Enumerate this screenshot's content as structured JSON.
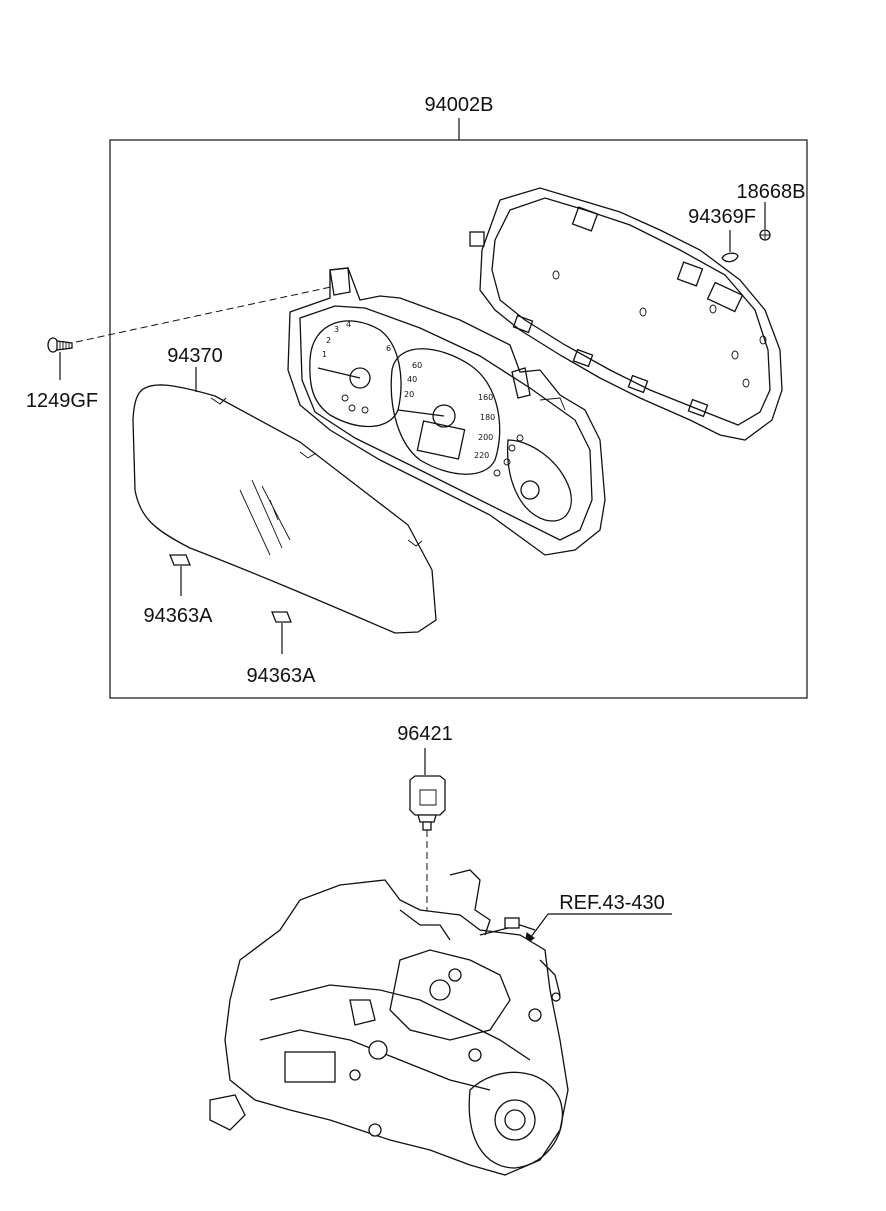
{
  "diagram": {
    "labels": {
      "assembly": "94002B",
      "screw": "1249GF",
      "window_glass": "94370",
      "pad_a": "94363A",
      "pad_b": "94363A",
      "bulb": "94369F",
      "clip": "18668B",
      "speed_sensor": "96421",
      "reference": "REF.43-430"
    },
    "dial_numbers": {
      "tach": [
        "1",
        "2",
        "3",
        "4",
        "6"
      ],
      "speedo": [
        "20",
        "40",
        "60",
        "160",
        "180",
        "200",
        "220"
      ]
    }
  }
}
